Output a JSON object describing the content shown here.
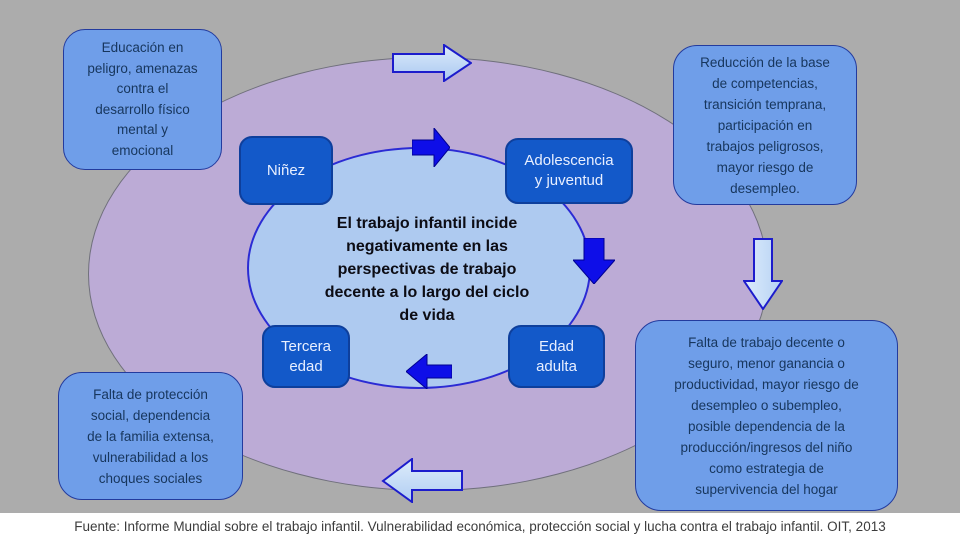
{
  "center": {
    "title": "El trabajo infantil incide\nnegativamente en las\nperspectivas de trabajo\ndecente a lo largo del ciclo\nde vida"
  },
  "cycle": {
    "stages": [
      {
        "label": "Niñez"
      },
      {
        "label": "Adolescencia\ny juventud"
      },
      {
        "label": "Edad\nadulta"
      },
      {
        "label": "Tercera\nedad"
      }
    ]
  },
  "callouts": [
    {
      "text": "Educación en\npeligro, amenazas\ncontra el\ndesarrollo físico\nmental y\nemocional"
    },
    {
      "text": "Reducción de la base\nde competencias,\ntransición temprana,\nparticipación en\ntrabajos peligrosos,\nmayor riesgo de\ndesempleo."
    },
    {
      "text": "Falta de trabajo decente o\nseguro, menor ganancia o\nproductividad, mayor riesgo de\ndesempleo o subempleo,\nposible dependencia de la\nproducción/ingresos del niño\ncomo estrategia de\nsupervivencia del hogar"
    },
    {
      "text": "Falta de protección\nsocial,  dependencia\nde la familia extensa,\nvulnerabilidad a los\nchoques sociales"
    }
  ],
  "arrows": {
    "inner": [
      {
        "direction": "right",
        "style": "solid-dark-blue"
      },
      {
        "direction": "down",
        "style": "solid-dark-blue"
      },
      {
        "direction": "left",
        "style": "solid-dark-blue"
      }
    ],
    "outer": [
      {
        "direction": "right",
        "style": "light-blue-outline"
      },
      {
        "direction": "down",
        "style": "light-blue-outline"
      },
      {
        "direction": "left",
        "style": "light-blue-outline"
      }
    ]
  },
  "footer": {
    "source": "Fuente: Informe Mundial sobre el trabajo infantil. Vulnerabilidad económica, protección social y lucha contra el trabajo infantil. OIT, 2013"
  },
  "colors": {
    "background": "#acacac",
    "outer_ellipse": "#bcabd6",
    "inner_ellipse": "#aecaf0",
    "stage_box": "#1359c9",
    "stage_border": "#0e3f9c",
    "dark_arrow": "#0e0ee8",
    "light_arrow": "#c7dcf6",
    "arrow_border": "#1c1ccc",
    "callout_fill": "#6f9ee9",
    "callout_border": "#233b9e",
    "callout_text": "#17365d",
    "center_text": "#0c0c14",
    "footer_bg": "#ffffff"
  }
}
